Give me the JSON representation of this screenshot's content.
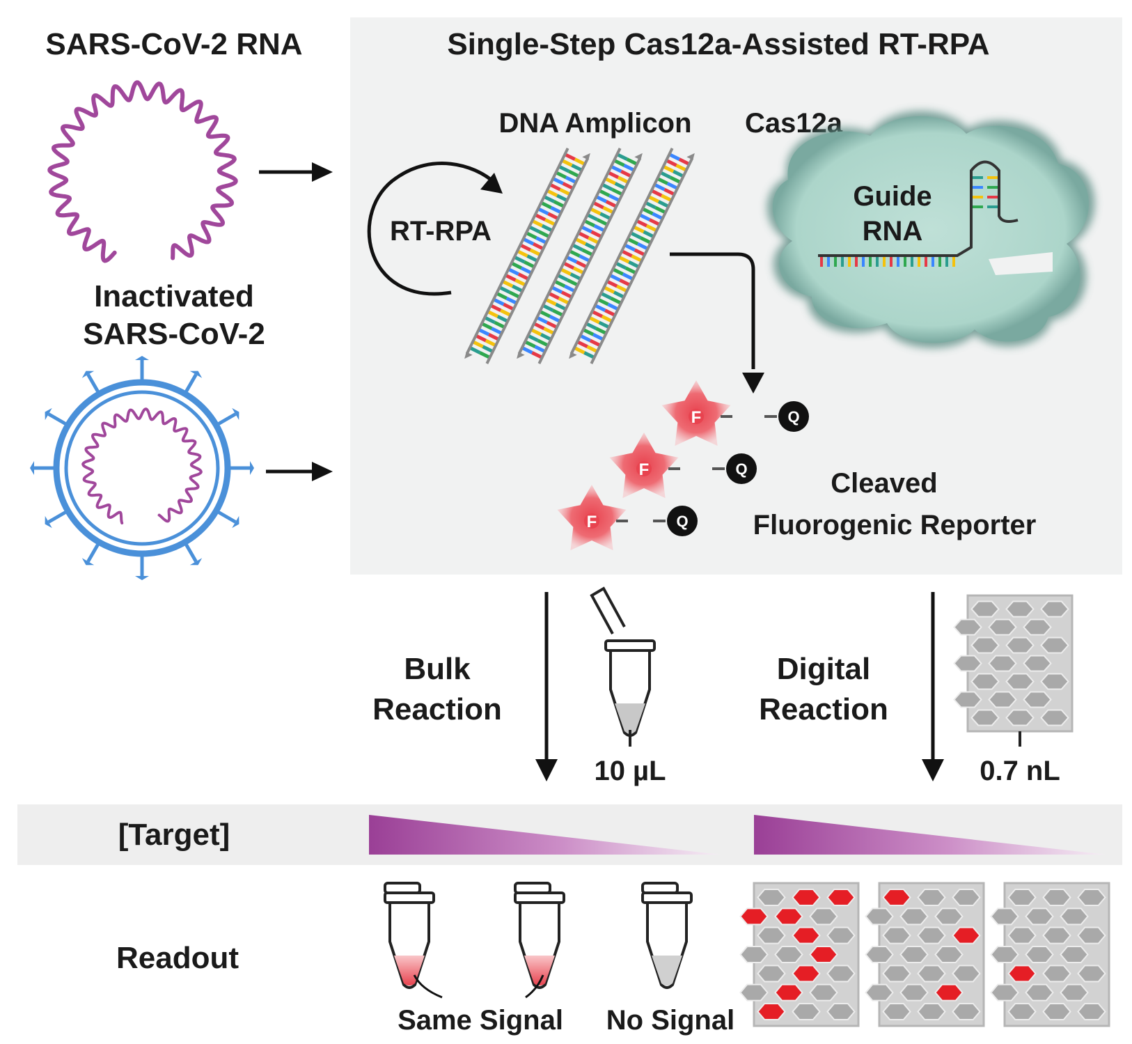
{
  "titles": {
    "rna": "SARS-CoV-2 RNA",
    "assay": "Single-Step Cas12a-Assisted RT-RPA"
  },
  "left": {
    "inactivated_line1": "Inactivated",
    "inactivated_line2": "SARS-CoV-2"
  },
  "panel": {
    "dna_amplicon": "DNA Amplicon",
    "cas12a": "Cas12a",
    "rt_rpa": "RT-RPA",
    "guide_line1": "Guide",
    "guide_line2": "RNA",
    "cleaved": "Cleaved",
    "reporter": "Fluorogenic Reporter",
    "fluorophore": "F",
    "quencher": "Q"
  },
  "bulk": {
    "line1": "Bulk",
    "line2": "Reaction",
    "volume": "10 µL"
  },
  "digital": {
    "line1": "Digital",
    "line2": "Reaction",
    "volume": "0.7 nL"
  },
  "rows": {
    "target": "[Target]",
    "readout": "Readout"
  },
  "readout_labels": {
    "same": "Same Signal",
    "none": "No Signal"
  },
  "colors": {
    "virus_rna": "#a0479b",
    "capsid": "#4a90d9",
    "cloud": "#b7dcd2",
    "fluorophore": "#e8434f",
    "gradient": "#9a3f96",
    "panel_bg": "#f1f2f2",
    "chip": "#d2d2d2",
    "well": "#a9a9a9",
    "positive_well": "#e51e25"
  }
}
